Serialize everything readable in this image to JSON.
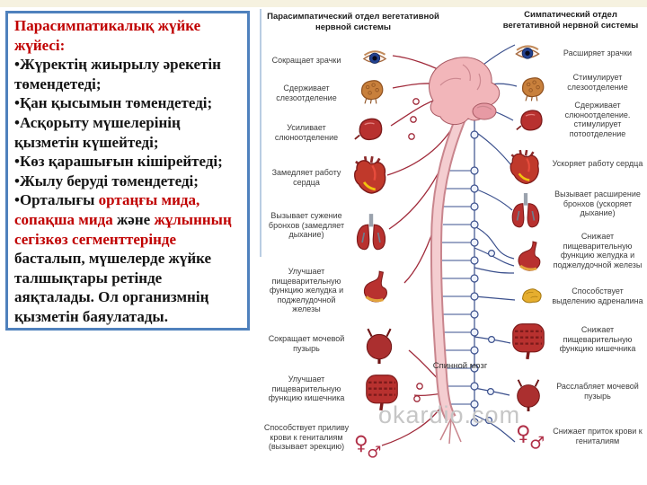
{
  "textbox": {
    "title": "Парасимпатикалық жүйке жүйесі:",
    "bullets": [
      "•Жүректің жиырылу әрекетін төмендетеді;",
      "•Қан қысымын төмендетеді;",
      "•Асқорыту мүшелерінің қызметін күшейтеді;",
      "•Көз қарашығын кішірейтеді;",
      "•Жылу беруді төмендетеді;"
    ],
    "last": {
      "p1": "•Орталығы ",
      "p2": "ортаңғы мида, сопақша мида",
      "p3": " және ",
      "p4": "жұлынның сегізкөз сегменттерінде",
      "p5": " басталып, мүшелерде жүйке талшықтары ретінде аяқталады. Ол организмнің қызметін баяулатады."
    }
  },
  "diagram": {
    "left": {
      "header": "Парасимпатический отдел вегетативной нервной системы",
      "items": [
        {
          "label": "Сокращает зрачки",
          "icon": "eye-icon"
        },
        {
          "label": "Сдерживает слезоотделение",
          "icon": "tear-gland-icon"
        },
        {
          "label": "Усиливает слюноотделение",
          "icon": "salivary-gland-icon"
        },
        {
          "label": "Замедляет работу сердца",
          "icon": "heart-icon"
        },
        {
          "label": "Вызывает сужение бронхов (замедляет дыхание)",
          "icon": "lungs-icon"
        },
        {
          "label": "Улучшает пищеварительную функцию желудка и поджелудочной железы",
          "icon": "stomach-icon"
        },
        {
          "label": "Сокращает мочевой пузырь",
          "icon": "bladder-icon"
        },
        {
          "label": "Улучшает пищеварительную функцию кишечника",
          "icon": "intestine-icon"
        },
        {
          "label": "Способствует приливу крови к гениталиям (вызывает эрекцию)",
          "icon": "genitals-icon"
        }
      ]
    },
    "right": {
      "header": "Симпатический отдел вегетативной нервной системы",
      "items": [
        {
          "label": "Расширяет зрачки",
          "icon": "eye-icon"
        },
        {
          "label": "Стимулирует слезоотделение",
          "icon": "tear-gland-icon"
        },
        {
          "label": "Сдерживает слюноотделение. стимулирует потоотделение",
          "icon": "salivary-gland-icon"
        },
        {
          "label": "Ускоряет работу сердца",
          "icon": "heart-icon"
        },
        {
          "label": "Вызывает расширение бронхов (ускоряет дыхание)",
          "icon": "lungs-icon"
        },
        {
          "label": "Снижает пищеварительную функцию желудка и поджелудочной железы",
          "icon": "stomach-icon"
        },
        {
          "label": "Способствует выделению адреналина",
          "icon": "adrenal-gland-icon"
        },
        {
          "label": "Снижает пищеварительную функцию кишечника",
          "icon": "intestine-icon"
        },
        {
          "label": "Расслабляет мочевой пузырь",
          "icon": "bladder-icon"
        },
        {
          "label": "Снижает приток крови к гениталиям",
          "icon": "genitals-icon"
        }
      ]
    },
    "center_label": "Спинной мозг",
    "watermark": "okardio.com"
  },
  "colors": {
    "textbox_border": "#4f81bd",
    "title_red": "#c00000",
    "body_black": "#141414",
    "nerve_red": "#a02a3a",
    "nerve_blue": "#3a4f8c",
    "brain_pink": "#f2b6ba",
    "watermark_gray": "#c6c6c6"
  }
}
